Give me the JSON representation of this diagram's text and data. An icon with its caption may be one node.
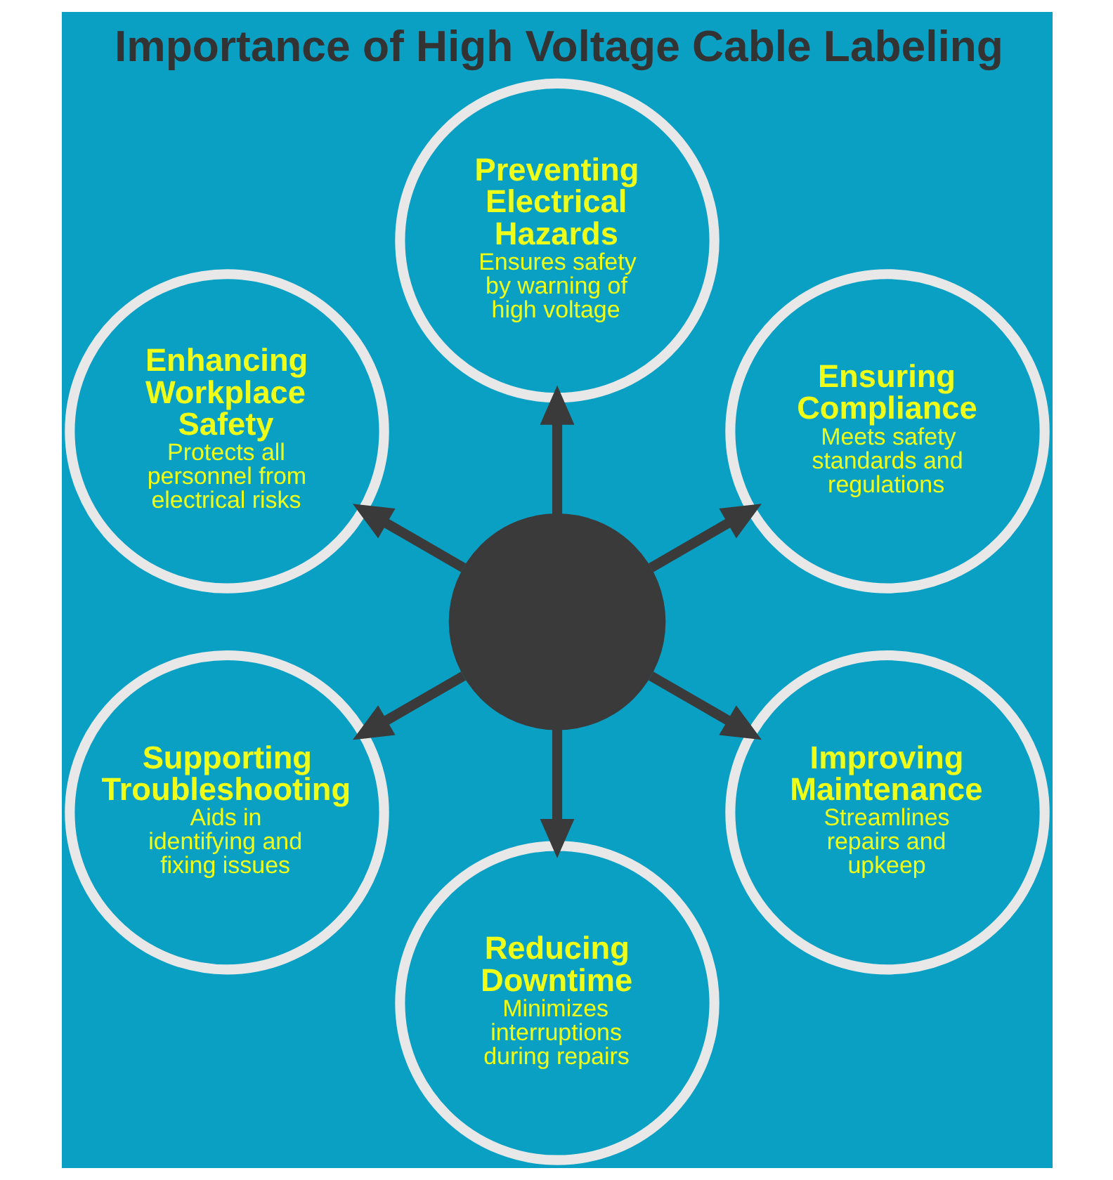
{
  "diagram": {
    "title": "Importance of High Voltage Cable Labeling",
    "nodes": [
      {
        "text": [
          "Preventing Electrical Hazards",
          "Ensures safety by warning of high voltage"
        ]
      },
      {
        "text": [
          "Enhancing Workplace Safety",
          "Protects all personnel from electrical risks"
        ]
      },
      {
        "text": [
          "Ensuring Compliance",
          "Meets safety standards and regulations"
        ]
      },
      {
        "text": [],
        "shape": "circle"
      },
      {
        "text": [
          "Supporting Troubleshooting",
          "Aids in identifying and fixing issues"
        ]
      },
      {
        "text": [
          "Improving Maintenance",
          "Streamlines repairs and upkeep"
        ]
      },
      {
        "text": [
          "Reducing Downtime",
          "Minimizes interruptions during repairs"
        ]
      }
    ],
    "edges": [
      {
        "from": 3,
        "to": 0,
        "arrow": "to"
      },
      {
        "from": 3,
        "to": 2,
        "arrow": "to"
      },
      {
        "from": 3,
        "to": 5,
        "arrow": "to"
      },
      {
        "from": 3,
        "to": 6,
        "arrow": "to"
      },
      {
        "from": 3,
        "to": 4,
        "arrow": "to"
      },
      {
        "from": 3,
        "to": 1,
        "arrow": "to"
      }
    ]
  }
}
